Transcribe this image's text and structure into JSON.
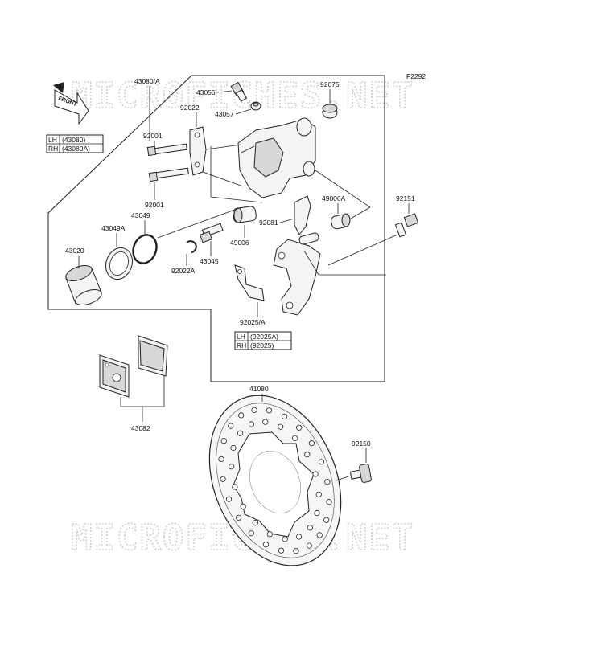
{
  "watermark": "MICROFICHES.NET",
  "figure_code": "F2292",
  "front_label": "FRONT",
  "parts": {
    "caliper_assy": "43080/A",
    "bleeder": "43056",
    "bleeder_cap": "43057",
    "boot_92075": "92075",
    "bracket_plate": "92022",
    "bolt_upper": "92001",
    "bolt_lower": "92001",
    "boot_49006a": "49006A",
    "bolt_92151": "92151",
    "seal_43049a": "43049A",
    "seal_43049": "43049",
    "piston": "43020",
    "pin_43045": "43045",
    "clip_92022a": "92022A",
    "boot_49006": "49006",
    "spring_92081": "92081",
    "plate_92025": "92025/A",
    "pads": "43082",
    "disc": "41080",
    "bolt_92150": "92150"
  },
  "caliper_table": {
    "rows": [
      {
        "side": "LH",
        "code": "(43080)"
      },
      {
        "side": "RH",
        "code": "(43080A)"
      }
    ]
  },
  "plate_table": {
    "rows": [
      {
        "side": "LH",
        "code": "(92025A)"
      },
      {
        "side": "RH",
        "code": "(92025)"
      }
    ]
  }
}
